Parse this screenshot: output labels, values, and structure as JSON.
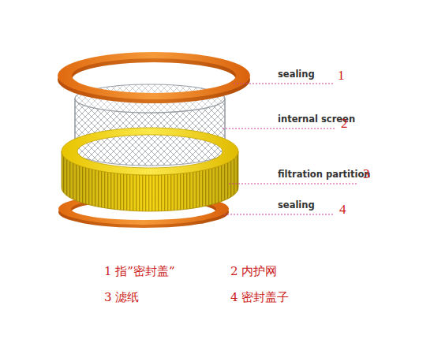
{
  "diagram": {
    "labels": [
      "sealing",
      "1",
      "internal screen",
      "2",
      "filtration partition",
      "3",
      "sealing",
      "4",
      "1 指”密封盖”",
      "2 内护网",
      "3 滤纸",
      "4 密封盖子"
    ]
  }
}
